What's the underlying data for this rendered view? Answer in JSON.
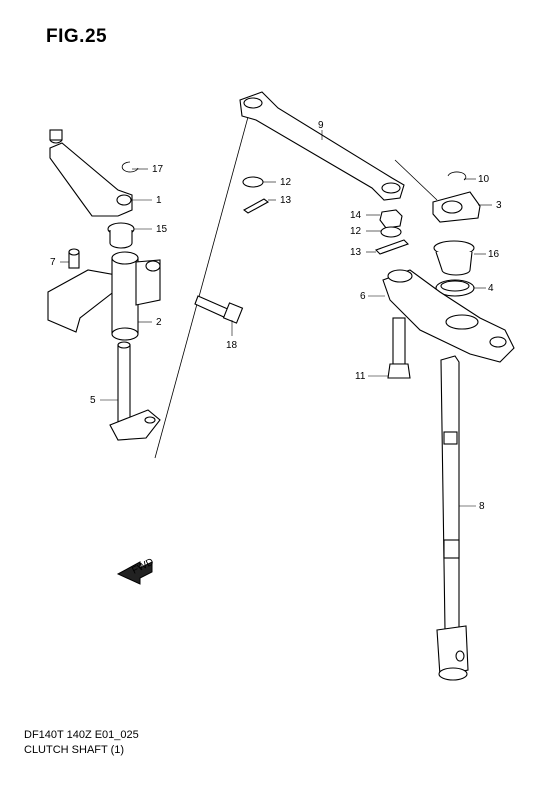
{
  "figure": {
    "title": "FIG.25"
  },
  "footer": {
    "model_code": "DF140T 140Z E01_025",
    "name": "CLUTCH SHAFT (1)"
  },
  "fwd_symbol": {
    "label": "FWD"
  },
  "callouts": [
    {
      "id": "c1",
      "label": "1"
    },
    {
      "id": "c2",
      "label": "2"
    },
    {
      "id": "c3",
      "label": "3"
    },
    {
      "id": "c4",
      "label": "4"
    },
    {
      "id": "c5",
      "label": "5"
    },
    {
      "id": "c6",
      "label": "6"
    },
    {
      "id": "c7",
      "label": "7"
    },
    {
      "id": "c8",
      "label": "8"
    },
    {
      "id": "c9",
      "label": "9"
    },
    {
      "id": "c10",
      "label": "10"
    },
    {
      "id": "c11",
      "label": "11"
    },
    {
      "id": "c12a",
      "label": "12"
    },
    {
      "id": "c12b",
      "label": "12"
    },
    {
      "id": "c13a",
      "label": "13"
    },
    {
      "id": "c13b",
      "label": "13"
    },
    {
      "id": "c14",
      "label": "14"
    },
    {
      "id": "c15",
      "label": "15"
    },
    {
      "id": "c16",
      "label": "16"
    },
    {
      "id": "c17",
      "label": "17"
    },
    {
      "id": "c18",
      "label": "18"
    }
  ]
}
